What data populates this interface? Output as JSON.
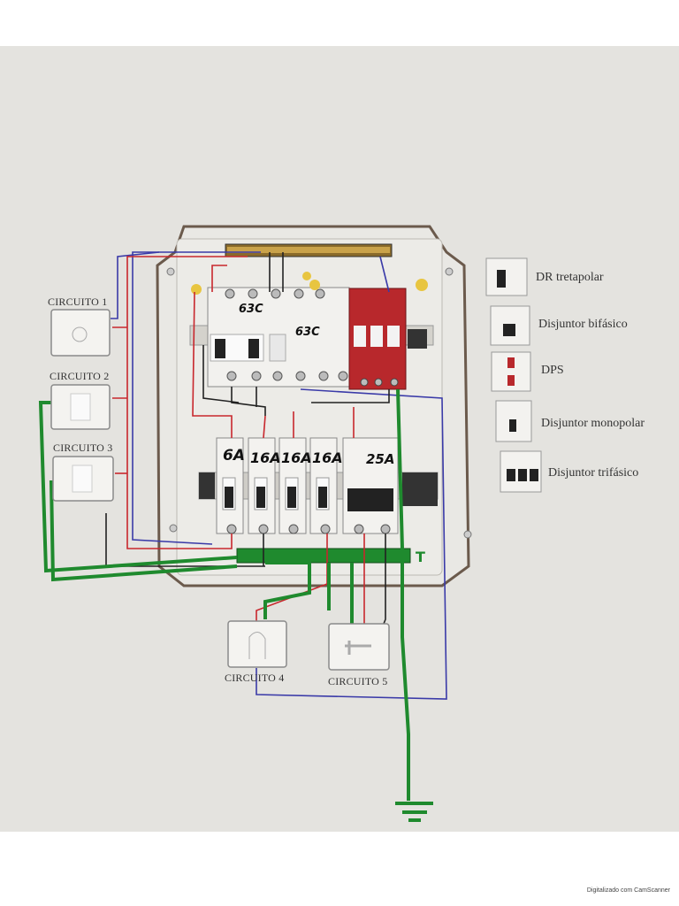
{
  "circuits": {
    "c1": "CIRCUITO 1",
    "c2": "CIRCUITO 2",
    "c3": "CIRCUITO 3",
    "c4": "CIRCUITO 4",
    "c5": "CIRCUITO 5"
  },
  "legend": {
    "dr": "DR tretapolar",
    "bifasico": "Disjuntor bifásico",
    "dps": "DPS",
    "monopolar": "Disjuntor monopolar",
    "trifasico": "Disjuntor trifásico"
  },
  "handwritten": {
    "dr_rating": "63C",
    "bifasico_rating": "63C",
    "b1": "6A",
    "b2": "16A",
    "b3": "16A",
    "b4": "16A",
    "b5": "25A"
  },
  "footer": "Digitalizado com CamScanner",
  "colors": {
    "phase": "#c8272d",
    "neutral": "#3a3aa8",
    "ground": "#1f8a2e",
    "return": "#222222",
    "dps_body": "#b8282c",
    "paper": "#e4e3df"
  }
}
